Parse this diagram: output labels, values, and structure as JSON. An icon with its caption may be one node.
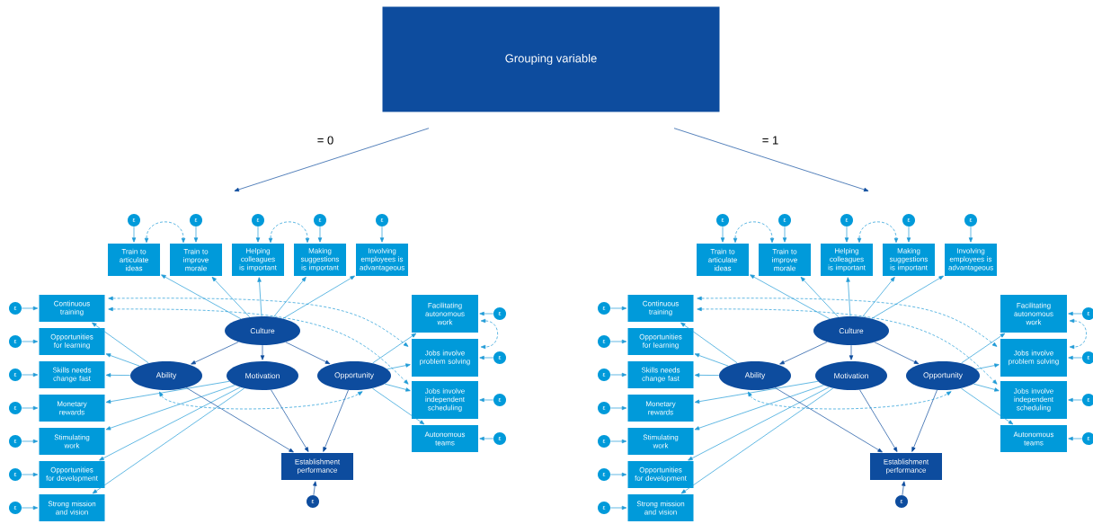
{
  "diagram": {
    "nodes": [
      {
        "text": [
          "Grouping variable"
        ]
      },
      {
        "text": [
          "ε"
        ]
      },
      {
        "text": [
          "ε"
        ]
      },
      {
        "text": [
          "ε"
        ]
      },
      {
        "text": [
          "ε"
        ]
      },
      {
        "text": [
          "ε"
        ]
      },
      {
        "text": [
          "Train to articulate ideas"
        ]
      },
      {
        "text": [
          "Train to improve morale"
        ]
      },
      {
        "text": [
          "Helping colleagues is important"
        ]
      },
      {
        "text": [
          "Making suggestions is important"
        ]
      },
      {
        "text": [
          "Involving employees is advantageous"
        ]
      },
      {
        "text": [
          "Continuous training"
        ]
      },
      {
        "text": [
          "Facilitating autonomous work"
        ]
      },
      {
        "text": [
          "Culture"
        ]
      },
      {
        "text": [
          "Opportunities for learning"
        ]
      },
      {
        "text": [
          "Jobs involve problem solving"
        ]
      },
      {
        "text": [
          "Skills needs change fast"
        ]
      },
      {
        "text": [
          "Ability"
        ]
      },
      {
        "text": [
          "Motivation"
        ]
      },
      {
        "text": [
          "Opportunity"
        ]
      },
      {
        "text": [
          "Jobs involve independent scheduling"
        ]
      },
      {
        "text": [
          "Monetary rewards"
        ]
      },
      {
        "text": [
          "Autonomous teams"
        ]
      },
      {
        "text": [
          "Stimulating work"
        ]
      },
      {
        "text": [
          "Establishment performance"
        ]
      },
      {
        "text": [
          "Opportunities for development"
        ]
      },
      {
        "text": [
          "Strong mission and vision"
        ]
      },
      {
        "text": [
          "ε"
        ]
      },
      {
        "text": [
          "ε"
        ]
      },
      {
        "text": [
          "ε"
        ]
      },
      {
        "text": [
          "ε"
        ]
      },
      {
        "text": [
          "ε"
        ]
      },
      {
        "text": [
          "ε"
        ]
      },
      {
        "text": [
          "ε"
        ]
      },
      {
        "text": [
          "ε"
        ]
      },
      {
        "text": [
          "ε"
        ]
      },
      {
        "text": [
          "ε"
        ]
      },
      {
        "text": [
          "ε"
        ]
      },
      {
        "text": [
          "ε"
        ]
      },
      {
        "text": [
          "ε"
        ]
      },
      {
        "text": [
          "ε"
        ]
      },
      {
        "text": [
          "ε"
        ]
      },
      {
        "text": [
          "ε"
        ]
      },
      {
        "text": [
          "ε"
        ]
      },
      {
        "text": [
          "Train to articulate ideas"
        ]
      },
      {
        "text": [
          "Train to improve morale"
        ]
      },
      {
        "text": [
          "Helping colleagues is important"
        ]
      },
      {
        "text": [
          "Making suggestions is important"
        ]
      },
      {
        "text": [
          "Involving employees is advantageous"
        ]
      },
      {
        "text": [
          "Continuous training"
        ]
      },
      {
        "text": [
          "Facilitating autonomous work"
        ]
      },
      {
        "text": [
          "Culture"
        ]
      },
      {
        "text": [
          "Opportunities for learning"
        ]
      },
      {
        "text": [
          "Jobs involve problem solving"
        ]
      },
      {
        "text": [
          "Skills needs change fast"
        ]
      },
      {
        "text": [
          "Ability"
        ]
      },
      {
        "text": [
          "Motivation"
        ]
      },
      {
        "text": [
          "Opportunity"
        ]
      },
      {
        "text": [
          "Jobs involve independent scheduling"
        ]
      },
      {
        "text": [
          "Monetary rewards"
        ]
      },
      {
        "text": [
          "Autonomous teams"
        ]
      },
      {
        "text": [
          "Stimulating work"
        ]
      },
      {
        "text": [
          "Establishment performance"
        ]
      },
      {
        "text": [
          "Opportunities for development"
        ]
      },
      {
        "text": [
          "Strong mission and vision"
        ]
      },
      {
        "text": [
          "ε"
        ]
      },
      {
        "text": [
          "ε"
        ]
      },
      {
        "text": [
          "ε"
        ]
      },
      {
        "text": [
          "ε"
        ]
      },
      {
        "text": [
          "ε"
        ]
      },
      {
        "text": [
          "ε"
        ]
      },
      {
        "text": [
          "ε"
        ]
      },
      {
        "text": [
          "ε"
        ]
      },
      {
        "text": [
          "ε"
        ]
      },
      {
        "text": [
          "ε"
        ]
      },
      {
        "text": [
          "ε"
        ]
      },
      {
        "text": [
          "ε"
        ]
      }
    ],
    "edges": [
      {
        "from": 0,
        "to": null,
        "arrow": "to",
        "label": "= 0",
        "color": "#0d4c9e"
      },
      {
        "from": 0,
        "to": null,
        "arrow": "to",
        "label": "= 1",
        "color": "#0d4c9e"
      },
      {
        "from": 13,
        "to": 6,
        "arrow": "to"
      },
      {
        "from": 13,
        "to": 7,
        "arrow": "to"
      },
      {
        "from": 13,
        "to": 8,
        "arrow": "to"
      },
      {
        "from": 13,
        "to": 9,
        "arrow": "to"
      },
      {
        "from": 13,
        "to": 10,
        "arrow": "to"
      },
      {
        "from": 13,
        "to": 17,
        "arrow": "to",
        "color": "#0d4c9e"
      },
      {
        "from": 13,
        "to": 18,
        "arrow": "to",
        "color": "#0d4c9e"
      },
      {
        "from": 13,
        "to": 19,
        "arrow": "to",
        "color": "#0d4c9e"
      },
      {
        "from": 17,
        "to": 11,
        "arrow": "to"
      },
      {
        "from": 17,
        "to": 14,
        "arrow": "to"
      },
      {
        "from": 17,
        "to": 16,
        "arrow": "to"
      },
      {
        "from": 18,
        "to": 21,
        "arrow": "to"
      },
      {
        "from": 18,
        "to": 23,
        "arrow": "to"
      },
      {
        "from": 18,
        "to": 25,
        "arrow": "to"
      },
      {
        "from": 18,
        "to": 26,
        "arrow": "to"
      },
      {
        "from": 19,
        "to": 12,
        "arrow": "to"
      },
      {
        "from": 19,
        "to": 15,
        "arrow": "to"
      },
      {
        "from": 19,
        "to": 20,
        "arrow": "to"
      },
      {
        "from": 19,
        "to": 22,
        "arrow": "to"
      },
      {
        "from": 17,
        "to": 24,
        "arrow": "to",
        "color": "#0d4c9e"
      },
      {
        "from": 18,
        "to": 24,
        "arrow": "to",
        "color": "#0d4c9e"
      },
      {
        "from": 19,
        "to": 24,
        "arrow": "to",
        "color": "#0d4c9e"
      },
      {
        "from": 1,
        "to": 6,
        "arrow": "to"
      },
      {
        "from": 2,
        "to": 7,
        "arrow": "to"
      },
      {
        "from": 3,
        "to": 8,
        "arrow": "to"
      },
      {
        "from": 4,
        "to": 9,
        "arrow": "to"
      },
      {
        "from": 5,
        "to": 10,
        "arrow": "to"
      },
      {
        "from": 27,
        "to": 11,
        "arrow": "to"
      },
      {
        "from": 28,
        "to": 14,
        "arrow": "to"
      },
      {
        "from": 29,
        "to": 16,
        "arrow": "to"
      },
      {
        "from": 30,
        "to": 21,
        "arrow": "to"
      },
      {
        "from": 31,
        "to": 23,
        "arrow": "to"
      },
      {
        "from": 32,
        "to": 25,
        "arrow": "to"
      },
      {
        "from": 33,
        "to": 26,
        "arrow": "to"
      },
      {
        "from": 34,
        "to": 12,
        "arrow": "to"
      },
      {
        "from": 35,
        "to": 15,
        "arrow": "to"
      },
      {
        "from": 36,
        "to": 20,
        "arrow": "to"
      },
      {
        "from": 37,
        "to": 22,
        "arrow": "to"
      },
      {
        "from": 38,
        "to": 24,
        "arrow": "to",
        "color": "#0d4c9e"
      },
      {
        "from": 6,
        "to": 7,
        "arrow": "both",
        "style": "dashed"
      },
      {
        "from": 8,
        "to": 9,
        "arrow": "both",
        "style": "dashed"
      },
      {
        "from": 12,
        "to": 15,
        "arrow": "both",
        "style": "dashed"
      },
      {
        "from": 17,
        "to": 19,
        "arrow": "both",
        "style": "dashed"
      },
      {
        "from": 11,
        "to": 15,
        "arrow": "both",
        "style": "dashed"
      },
      {
        "from": 11,
        "to": 20,
        "arrow": "both",
        "style": "dashed"
      },
      {
        "from": 51,
        "to": 44,
        "arrow": "to"
      },
      {
        "from": 51,
        "to": 45,
        "arrow": "to"
      },
      {
        "from": 51,
        "to": 46,
        "arrow": "to"
      },
      {
        "from": 51,
        "to": 47,
        "arrow": "to"
      },
      {
        "from": 51,
        "to": 48,
        "arrow": "to"
      },
      {
        "from": 51,
        "to": 55,
        "arrow": "to",
        "color": "#0d4c9e"
      },
      {
        "from": 51,
        "to": 56,
        "arrow": "to",
        "color": "#0d4c9e"
      },
      {
        "from": 51,
        "to": 57,
        "arrow": "to",
        "color": "#0d4c9e"
      },
      {
        "from": 55,
        "to": 49,
        "arrow": "to"
      },
      {
        "from": 55,
        "to": 52,
        "arrow": "to"
      },
      {
        "from": 55,
        "to": 54,
        "arrow": "to"
      },
      {
        "from": 56,
        "to": 59,
        "arrow": "to"
      },
      {
        "from": 56,
        "to": 61,
        "arrow": "to"
      },
      {
        "from": 56,
        "to": 63,
        "arrow": "to"
      },
      {
        "from": 56,
        "to": 64,
        "arrow": "to"
      },
      {
        "from": 57,
        "to": 50,
        "arrow": "to"
      },
      {
        "from": 57,
        "to": 53,
        "arrow": "to"
      },
      {
        "from": 57,
        "to": 58,
        "arrow": "to"
      },
      {
        "from": 57,
        "to": 60,
        "arrow": "to"
      },
      {
        "from": 55,
        "to": 62,
        "arrow": "to",
        "color": "#0d4c9e"
      },
      {
        "from": 56,
        "to": 62,
        "arrow": "to",
        "color": "#0d4c9e"
      },
      {
        "from": 57,
        "to": 62,
        "arrow": "to",
        "color": "#0d4c9e"
      },
      {
        "from": 39,
        "to": 44,
        "arrow": "to"
      },
      {
        "from": 40,
        "to": 45,
        "arrow": "to"
      },
      {
        "from": 41,
        "to": 46,
        "arrow": "to"
      },
      {
        "from": 42,
        "to": 47,
        "arrow": "to"
      },
      {
        "from": 43,
        "to": 48,
        "arrow": "to"
      },
      {
        "from": 65,
        "to": 49,
        "arrow": "to"
      },
      {
        "from": 66,
        "to": 52,
        "arrow": "to"
      },
      {
        "from": 67,
        "to": 54,
        "arrow": "to"
      },
      {
        "from": 68,
        "to": 59,
        "arrow": "to"
      },
      {
        "from": 69,
        "to": 61,
        "arrow": "to"
      },
      {
        "from": 70,
        "to": 63,
        "arrow": "to"
      },
      {
        "from": 71,
        "to": 64,
        "arrow": "to"
      },
      {
        "from": 72,
        "to": 50,
        "arrow": "to"
      },
      {
        "from": 73,
        "to": 53,
        "arrow": "to"
      },
      {
        "from": 74,
        "to": 58,
        "arrow": "to"
      },
      {
        "from": 75,
        "to": 60,
        "arrow": "to"
      },
      {
        "from": 76,
        "to": 62,
        "arrow": "to",
        "color": "#0d4c9e"
      },
      {
        "from": 44,
        "to": 45,
        "arrow": "both",
        "style": "dashed"
      },
      {
        "from": 46,
        "to": 47,
        "arrow": "both",
        "style": "dashed"
      },
      {
        "from": 50,
        "to": 53,
        "arrow": "both",
        "style": "dashed"
      },
      {
        "from": 55,
        "to": 57,
        "arrow": "both",
        "style": "dashed"
      },
      {
        "from": 49,
        "to": 53,
        "arrow": "both",
        "style": "dashed"
      },
      {
        "from": 49,
        "to": 58,
        "arrow": "both",
        "style": "dashed"
      }
    ]
  }
}
